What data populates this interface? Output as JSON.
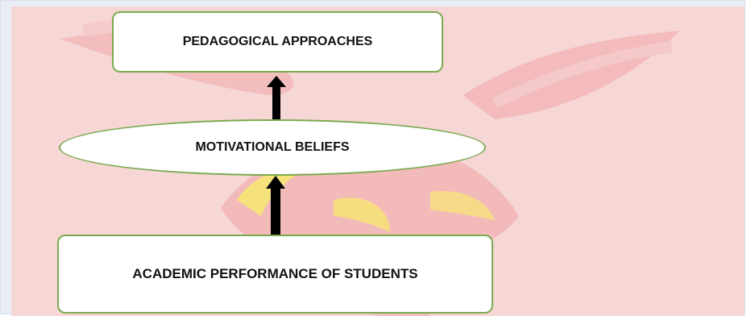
{
  "diagram": {
    "nodes": [
      {
        "id": "pedagogical",
        "label": "PEDAGOGICAL APPROACHES",
        "shape": "rounded-rectangle"
      },
      {
        "id": "motivational",
        "label": "MOTIVATIONAL BELIEFS",
        "shape": "ellipse"
      },
      {
        "id": "academic",
        "label": "ACADEMIC PERFORMANCE OF STUDENTS",
        "shape": "rounded-rectangle"
      }
    ],
    "edges": [
      {
        "from": "motivational",
        "to": "pedagogical"
      },
      {
        "from": "academic",
        "to": "motivational"
      }
    ]
  },
  "colors": {
    "node_border": "#7aaa4f",
    "node_fill": "#ffffff",
    "arrow": "#000000",
    "background_frame": "#e9eef6",
    "background_panel": "#f7d6d6",
    "watermark_red": "#f2b8b8",
    "watermark_yellow": "#f6e27a"
  }
}
